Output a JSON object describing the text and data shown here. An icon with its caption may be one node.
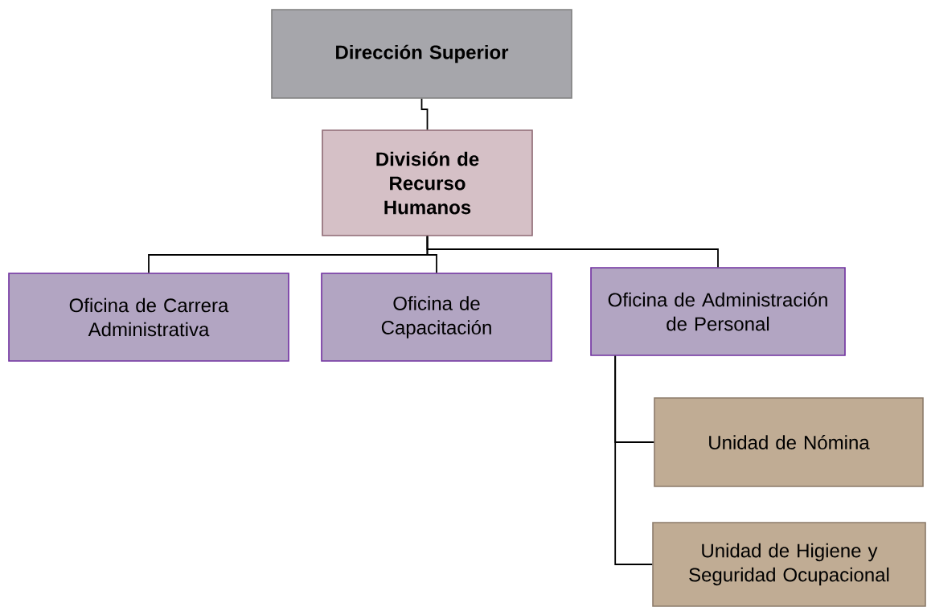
{
  "diagram": {
    "nodes": [
      {
        "text": [
          "Dirección Superior"
        ]
      },
      {
        "text": [
          "División de Recurso Humanos"
        ]
      },
      {
        "text": [
          "Oficina de Carrera Administrativa"
        ]
      },
      {
        "text": [
          "Oficina de Capacitación"
        ]
      },
      {
        "text": [
          "Oficina de Administración de Personal"
        ]
      },
      {
        "text": [
          "Unidad de Nómina"
        ]
      },
      {
        "text": [
          "Unidad de Higiene y Seguridad Ocupacional"
        ]
      }
    ],
    "edges": [
      {
        "from": 0,
        "to": 1,
        "arrow": "none"
      },
      {
        "from": 1,
        "to": 2,
        "arrow": "none"
      },
      {
        "from": 1,
        "to": 3,
        "arrow": "none"
      },
      {
        "from": 1,
        "to": 4,
        "arrow": "none"
      },
      {
        "from": 4,
        "to": 5,
        "arrow": "none"
      },
      {
        "from": 4,
        "to": 6,
        "arrow": "none"
      }
    ]
  }
}
